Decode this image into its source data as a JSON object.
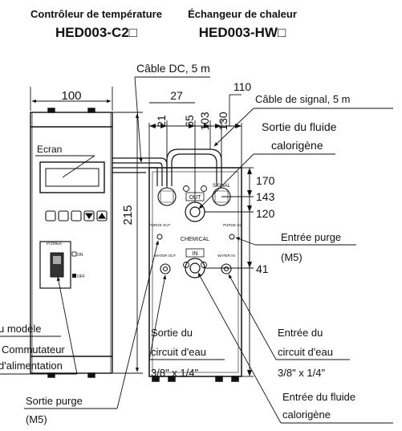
{
  "headings": {
    "controller_caption": "Contrôleur de température",
    "controller_model": "HED003-C2□",
    "exchanger_caption": "Échangeur de chaleur",
    "exchanger_model": "HED003-HW□"
  },
  "controller": {
    "screen_label": "Ecran",
    "power_label": "POWER",
    "on_label": "ON",
    "off_label": "OFF"
  },
  "exchanger": {
    "signal_port": "SIGNAL",
    "out_label": "OUT",
    "chemical_label": "CHEMICAL",
    "in_label": "IN",
    "purge_out_label": "PURGE OUT",
    "purge_in_label": "PURGE IN",
    "water_out_label": "WATER OUT",
    "water_in_label": "WATER IN"
  },
  "dimensions": {
    "d100": "100",
    "d215": "215",
    "d27": "27",
    "d110": "110",
    "d21": "21",
    "d65": "65",
    "d103": "103",
    "d130": "130",
    "d170": "170",
    "d143": "143",
    "d120": "120",
    "d41": "41"
  },
  "callouts": {
    "dc_cable": "Câble DC, 5 m",
    "signal_cable": "Câble de signal, 5 m",
    "fluid_out_l1": "Sortie du fluide",
    "fluid_out_l2": "calorigène",
    "purge_in": "Entrée purge",
    "purge_in_size": "(M5)",
    "model_label": "u modèle",
    "power_switch_l1": "Commutateur",
    "power_switch_l2": "d'alimentation",
    "water_out_l1": "Sortie du",
    "water_out_l2": "circuit d'eau",
    "water_out_size": "3/8\" x 1/4\"",
    "water_in_l1": "Entrée du",
    "water_in_l2": "circuit d'eau",
    "water_in_size": "3/8\" x 1/4\"",
    "purge_out": "Sortie purge",
    "purge_out_size": "(M5)",
    "fluid_in_l1": "Entrée du fluide",
    "fluid_in_l2": "calorigène"
  }
}
